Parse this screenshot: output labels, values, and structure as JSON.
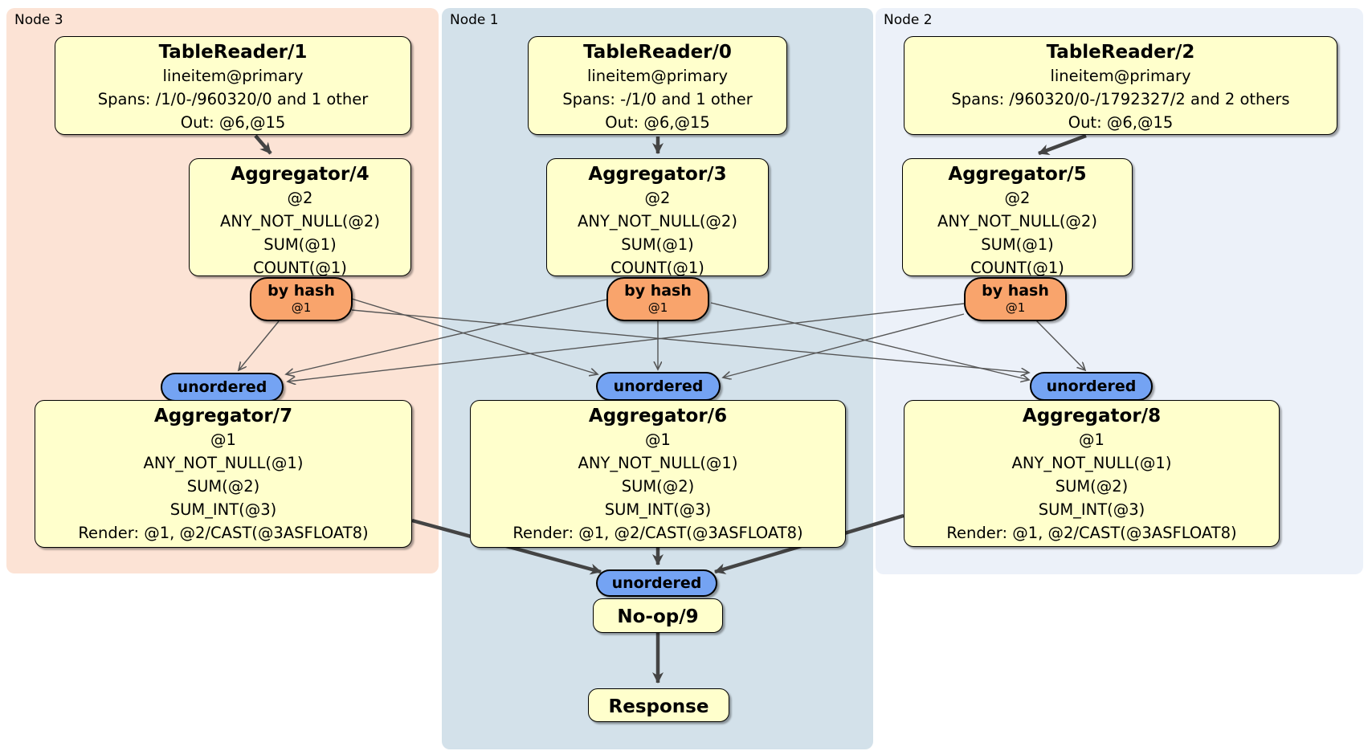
{
  "regions": [
    {
      "label": "Node 3",
      "color": "#fce3d5"
    },
    {
      "label": "Node 1",
      "color": "#d3e1ea"
    },
    {
      "label": "Node 2",
      "color": "#ecf1f9"
    }
  ],
  "colors": {
    "box_fill": "#ffffcc",
    "hash_pill_fill": "#f9a46c",
    "unordered_pill_fill": "#74a3f3",
    "edge_thin": "#555555",
    "edge_thick": "#444444",
    "border": "#000000"
  },
  "boxes": {
    "tr1": {
      "title": "TableReader/1",
      "lines": [
        "lineitem@primary",
        "Spans: /1/0-/960320/0 and 1 other",
        "Out: @6,@15"
      ]
    },
    "tr0": {
      "title": "TableReader/0",
      "lines": [
        "lineitem@primary",
        "Spans: -/1/0 and 1 other",
        "Out: @6,@15"
      ]
    },
    "tr2": {
      "title": "TableReader/2",
      "lines": [
        "lineitem@primary",
        "Spans: /960320/0-/1792327/2 and 2 others",
        "Out: @6,@15"
      ]
    },
    "agg4": {
      "title": "Aggregator/4",
      "lines": [
        "@2",
        "ANY_NOT_NULL(@2)",
        "SUM(@1)",
        "COUNT(@1)"
      ]
    },
    "agg3": {
      "title": "Aggregator/3",
      "lines": [
        "@2",
        "ANY_NOT_NULL(@2)",
        "SUM(@1)",
        "COUNT(@1)"
      ]
    },
    "agg5": {
      "title": "Aggregator/5",
      "lines": [
        "@2",
        "ANY_NOT_NULL(@2)",
        "SUM(@1)",
        "COUNT(@1)"
      ]
    },
    "agg7": {
      "title": "Aggregator/7",
      "lines": [
        "@1",
        "ANY_NOT_NULL(@1)",
        "SUM(@2)",
        "SUM_INT(@3)",
        "Render: @1, @2/CAST(@3ASFLOAT8)"
      ]
    },
    "agg6": {
      "title": "Aggregator/6",
      "lines": [
        "@1",
        "ANY_NOT_NULL(@1)",
        "SUM(@2)",
        "SUM_INT(@3)",
        "Render: @1, @2/CAST(@3ASFLOAT8)"
      ]
    },
    "agg8": {
      "title": "Aggregator/8",
      "lines": [
        "@1",
        "ANY_NOT_NULL(@1)",
        "SUM(@2)",
        "SUM_INT(@3)",
        "Render: @1, @2/CAST(@3ASFLOAT8)"
      ]
    },
    "noop": {
      "title": "No-op/9"
    },
    "response": {
      "title": "Response"
    }
  },
  "routers": {
    "hash_label": "by hash",
    "hash_key": "@1",
    "unordered_label": "unordered"
  }
}
